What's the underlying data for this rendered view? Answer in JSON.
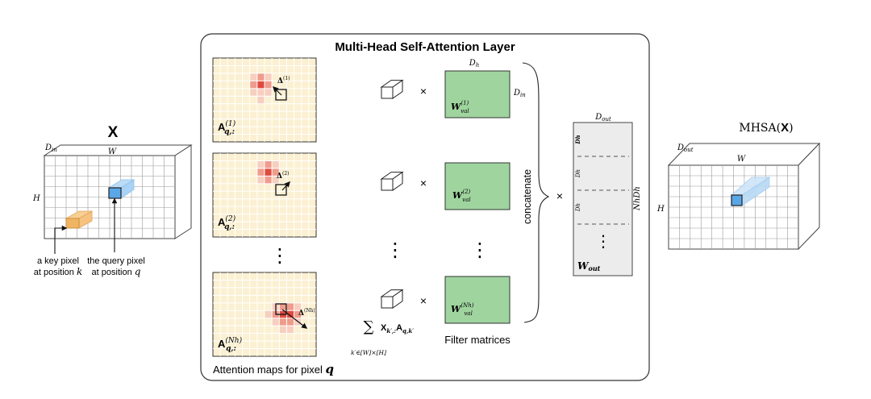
{
  "colors": {
    "attention_bg": "#fbf0d2",
    "attention_grid": "#ffffff",
    "attn_light": "#f7cfbf",
    "attn_mid": "#ef9c8c",
    "attn_dark": "#df4a3f",
    "filter_fill": "#9fd49f",
    "query_blue": "#5aa7e8",
    "key_orange": "#f0b562",
    "wout_fill": "#ececec",
    "panel_stroke": "#333333"
  },
  "input": {
    "title": "X",
    "d_in": "D",
    "d_in_sub": "in",
    "width": "W",
    "height": "H",
    "key_label_line1": "a key pixel",
    "key_label_line2": "at position",
    "key_var": "k",
    "query_label_line1": "the query pixel",
    "query_label_line2": "at position",
    "query_var": "q"
  },
  "panel": {
    "title": "Multi-Head Self-Attention Layer",
    "caption": "Attention maps for pixel",
    "caption_var": "q",
    "filter_caption": "Filter matrices",
    "concat_label": "concatenate",
    "times": "×",
    "ellipsis": "⋮"
  },
  "heads": [
    {
      "attn_label": "A",
      "attn_sub": "q,:",
      "attn_sup": "(1)",
      "delta": "Δ",
      "delta_sup": "(1)",
      "w_label": "W",
      "w_sub": "val",
      "w_sup": "(1)"
    },
    {
      "attn_label": "A",
      "attn_sub": "q,:",
      "attn_sup": "(2)",
      "delta": "Δ",
      "delta_sup": "(2)",
      "w_label": "W",
      "w_sub": "val",
      "w_sup": "(2)"
    },
    {
      "attn_label": "A",
      "attn_sub": "q,:",
      "attn_sup": "(Nh)",
      "delta": "Δ",
      "delta_sup": "(Nh)",
      "w_label": "W",
      "w_sub": "val",
      "w_sup": "(Nh)"
    }
  ],
  "filter_dims": {
    "top": "D",
    "top_sub": "h",
    "right": "D",
    "right_sub": "in"
  },
  "sum_formula": {
    "sigma": "∑",
    "index": "k′∈[W]×[H]",
    "term": "X",
    "term_sub": "k′,:",
    "attn": "A",
    "attn_sub": "q,k′"
  },
  "wout": {
    "label": "W",
    "label_sub": "out",
    "top": "D",
    "top_sub": "out",
    "side": "NhDh",
    "row_label": "Dh"
  },
  "output": {
    "title_prefix": "MHSA(",
    "title_x": "X",
    "title_suffix": ")",
    "d_out": "D",
    "d_out_sub": "out",
    "width": "W",
    "height": "H"
  }
}
